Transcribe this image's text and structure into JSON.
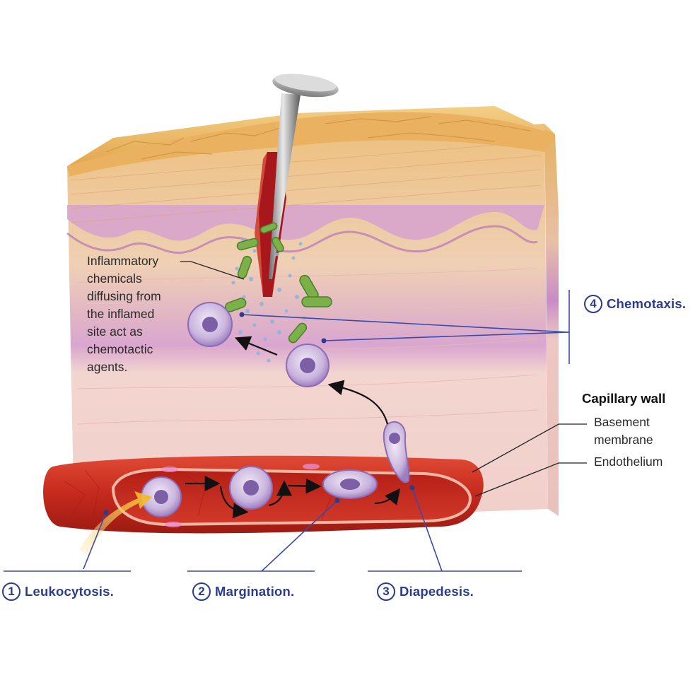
{
  "annotation": {
    "lines": [
      "Inflammatory",
      "chemicals",
      "diffusing from",
      "the inflamed",
      "site act as",
      "chemotactic",
      "agents."
    ]
  },
  "steps": [
    {
      "number": "1",
      "label": "Leukocytosis."
    },
    {
      "number": "2",
      "label": "Margination."
    },
    {
      "number": "3",
      "label": "Diapedesis."
    },
    {
      "number": "4",
      "label": "Chemotaxis."
    }
  ],
  "capillary_wall": {
    "title": "Capillary wall",
    "basement_membrane": [
      "Basement",
      "membrane"
    ],
    "endothelium": "Endothelium"
  },
  "colors": {
    "label_blue": "#2c3c8c",
    "leader_blue": "#3a4aa8",
    "dermis": "#f4d3cf",
    "epidermis_top": "#e9b466",
    "vessel": "#c2271c",
    "bacteria": "#7bb04a",
    "leukocyte": "#c9b4dd"
  }
}
